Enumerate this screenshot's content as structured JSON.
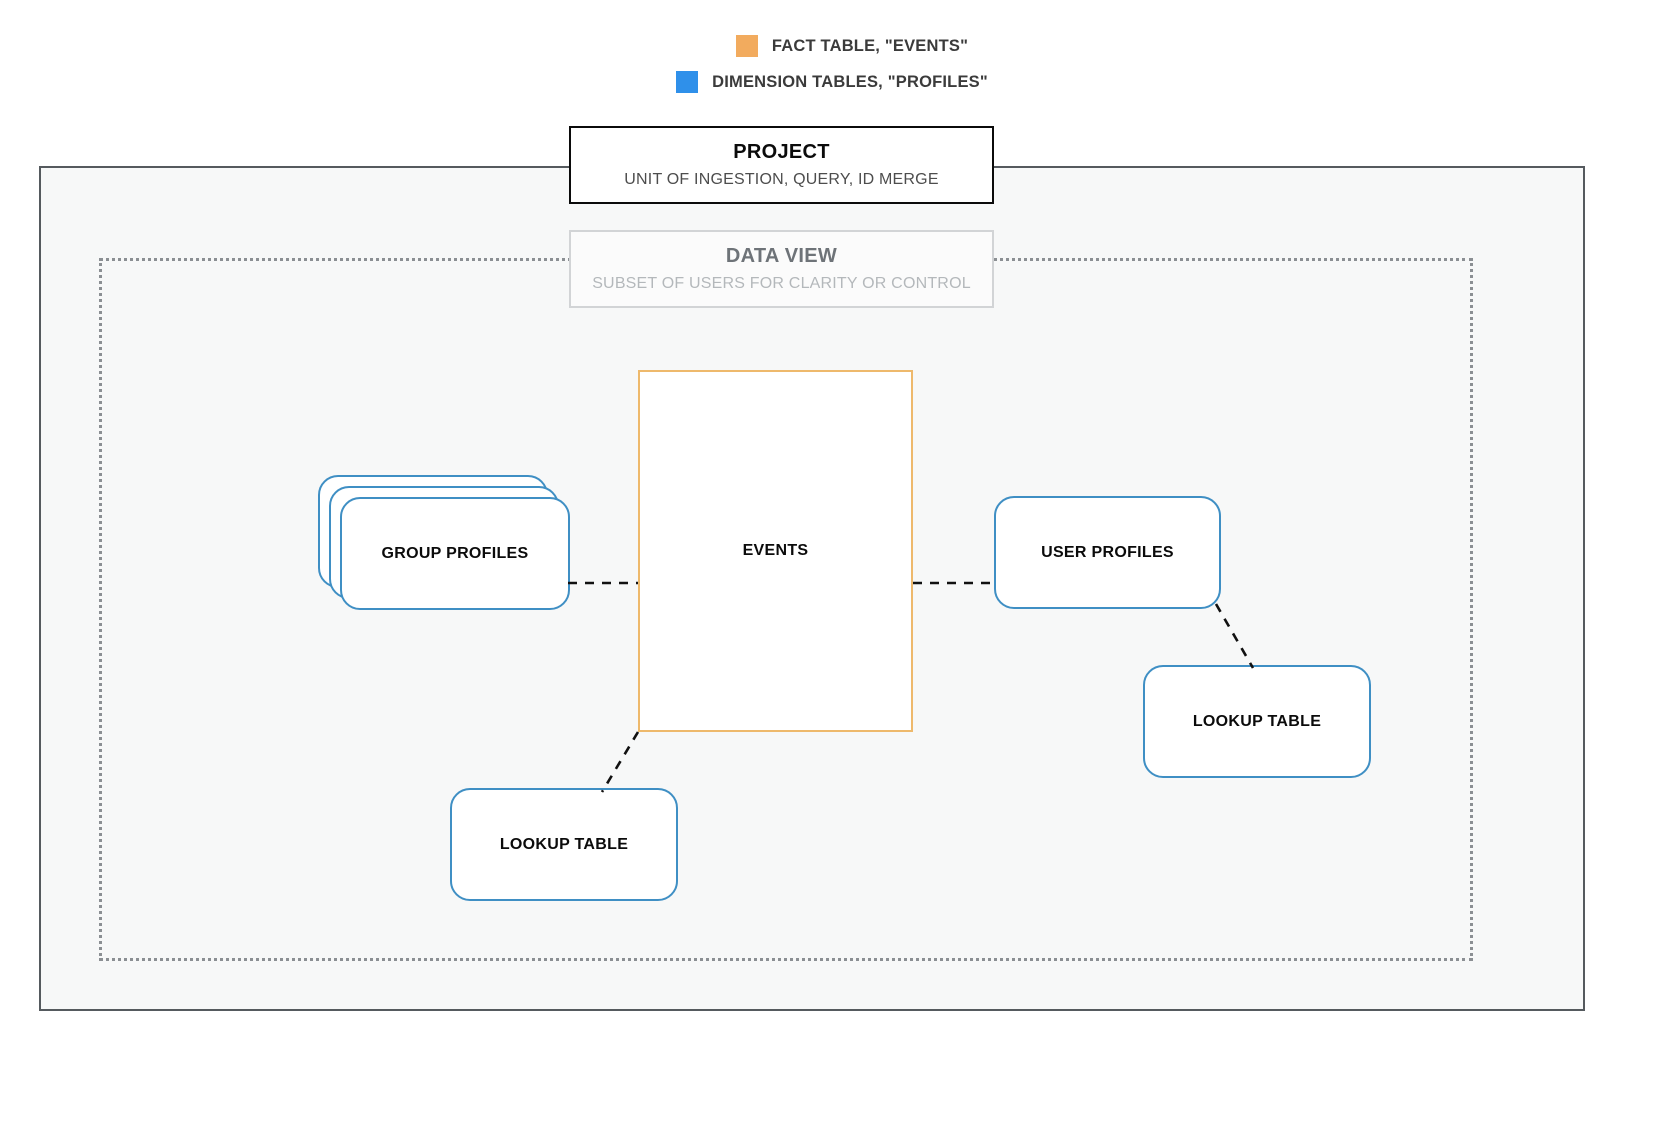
{
  "legend": {
    "items": [
      {
        "id": "fact-table",
        "swatch_color": "#f2ab5e",
        "label": "FACT TABLE, \"EVENTS\""
      },
      {
        "id": "dimension-tables",
        "swatch_color": "#2f90ea",
        "label": "DIMENSION TABLES, \"PROFILES\""
      }
    ]
  },
  "project": {
    "title": "PROJECT",
    "subtitle": "UNIT OF INGESTION, QUERY, ID MERGE",
    "border_color": "#0b0b0b"
  },
  "data_view": {
    "title": "DATA VIEW",
    "subtitle": "SUBSET OF USERS FOR CLARITY OR CONTROL",
    "border_color": "#d2d4d6"
  },
  "nodes": {
    "events": {
      "label": "EVENTS",
      "type": "fact-table",
      "color": "#eeb96c"
    },
    "group_profiles": {
      "label": "GROUP PROFILES",
      "type": "dimension-table",
      "color": "#3f8fc4",
      "stack_count": 3
    },
    "user_profiles": {
      "label": "USER PROFILES",
      "type": "dimension-table",
      "color": "#3f8fc4"
    },
    "lookup_table_left": {
      "label": "LOOKUP TABLE",
      "type": "dimension-table",
      "color": "#3f8fc4"
    },
    "lookup_table_right": {
      "label": "LOOKUP TABLE",
      "type": "dimension-table",
      "color": "#3f8fc4"
    }
  },
  "connectors": [
    {
      "id": "group-profiles-to-events",
      "from": "group_profiles",
      "to": "events",
      "style": "dashed",
      "color": "#111111"
    },
    {
      "id": "events-to-user-profiles",
      "from": "events",
      "to": "user_profiles",
      "style": "dashed",
      "color": "#111111"
    },
    {
      "id": "user-profiles-to-lookup-right",
      "from": "user_profiles",
      "to": "lookup_table_right",
      "style": "dashed",
      "color": "#111111"
    },
    {
      "id": "events-to-lookup-left",
      "from": "events",
      "to": "lookup_table_left",
      "style": "dashed",
      "color": "#111111"
    }
  ]
}
